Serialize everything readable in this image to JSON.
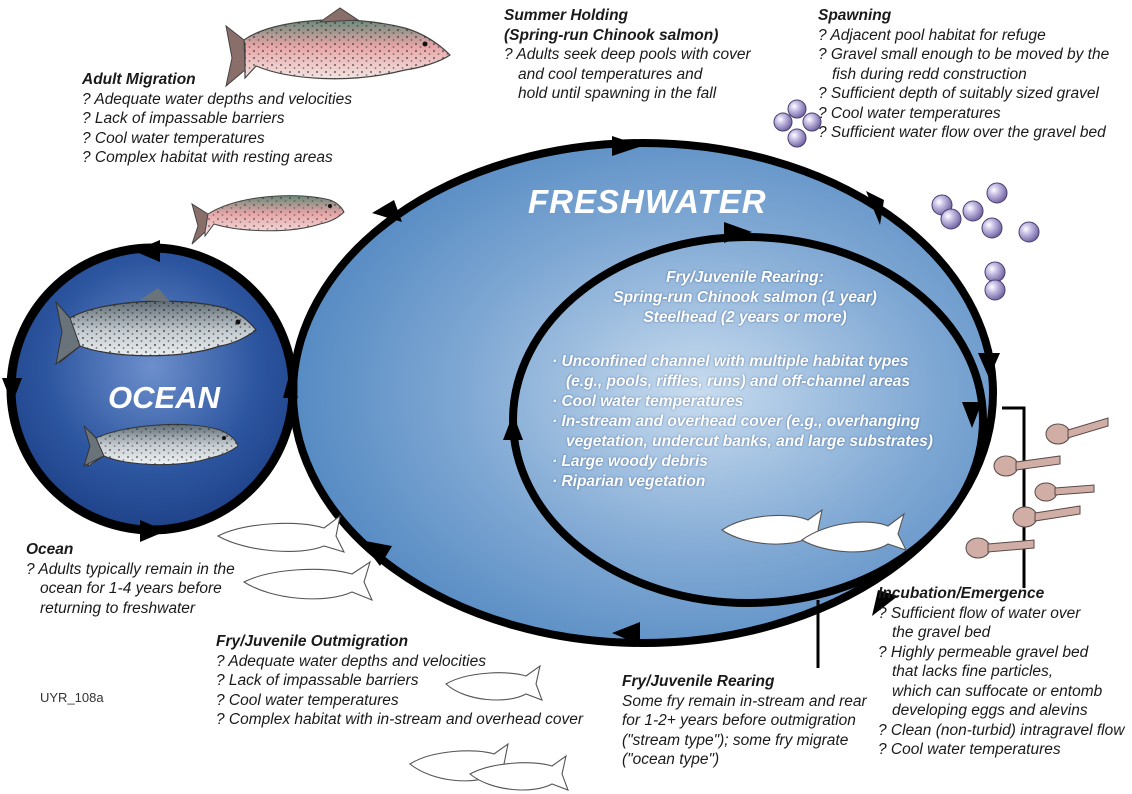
{
  "ocean_label": "OCEAN",
  "freshwater_label": "FRESHWATER",
  "figure_code": "UYR_108a",
  "colors": {
    "freshwater_fill": "#4f86c0",
    "freshwater_light": "#c8dcef",
    "ocean_fill": "#1c3f86",
    "ocean_light": "#6d8fcc",
    "cycle_stroke": "#000000",
    "egg_fill": "#8c7fb8",
    "alevin_fill": "#c8a8a0"
  },
  "adult_migration": {
    "title": "Adult Migration",
    "items": [
      "? Adequate water depths and velocities",
      "? Lack of impassable barriers",
      "? Cool water temperatures",
      "? Complex habitat with resting areas"
    ]
  },
  "summer_holding": {
    "title_line1": "Summer Holding",
    "title_line2": "(Spring-run Chinook salmon)",
    "lines": [
      "? Adults seek deep pools with cover",
      "and cool temperatures and",
      "hold until spawning in the fall"
    ]
  },
  "spawning": {
    "title": "Spawning",
    "lines": [
      "? Adjacent pool habitat for refuge",
      "? Gravel small enough to be moved by the",
      "fish during redd construction",
      "? Sufficient depth of suitably sized gravel",
      "? Cool water temperatures",
      "? Sufficient water flow over the gravel bed"
    ]
  },
  "rearing_center": {
    "title_lines": [
      "Fry/Juvenile Rearing:",
      "Spring-run Chinook salmon (1 year)",
      "Steelhead (2 years or more)"
    ],
    "bullet_lines": [
      "· Unconfined channel with multiple habitat types",
      "(e.g., pools, riffles, runs) and off-channel areas",
      "· Cool water temperatures",
      "· In-stream and overhead cover (e.g., overhanging",
      "vegetation, undercut banks, and large substrates)",
      "· Large woody debris",
      "· Riparian vegetation"
    ]
  },
  "ocean": {
    "title": "Ocean",
    "lines": [
      "? Adults typically remain in the",
      "ocean for 1-4 years before",
      "returning to freshwater"
    ]
  },
  "outmigration": {
    "title": "Fry/Juvenile Outmigration",
    "items": [
      "? Adequate water depths and velocities",
      "? Lack of impassable barriers",
      "? Cool water temperatures",
      "? Complex habitat with in-stream and overhead cover"
    ]
  },
  "rearing_bottom": {
    "title": "Fry/Juvenile Rearing",
    "lines": [
      "Some fry remain in-stream and rear",
      "for 1-2+ years before outmigration",
      "(\"stream type\"); some fry migrate",
      "(\"ocean type\")"
    ]
  },
  "incubation": {
    "title": "Incubation/Emergence",
    "lines": [
      "? Sufficient flow of water over",
      "the gravel bed",
      "? Highly permeable gravel bed",
      "that lacks fine particles,",
      "which can suffocate or entomb",
      "developing eggs and alevins",
      "? Clean (non-turbid) intragravel flow",
      "? Cool water temperatures"
    ]
  }
}
